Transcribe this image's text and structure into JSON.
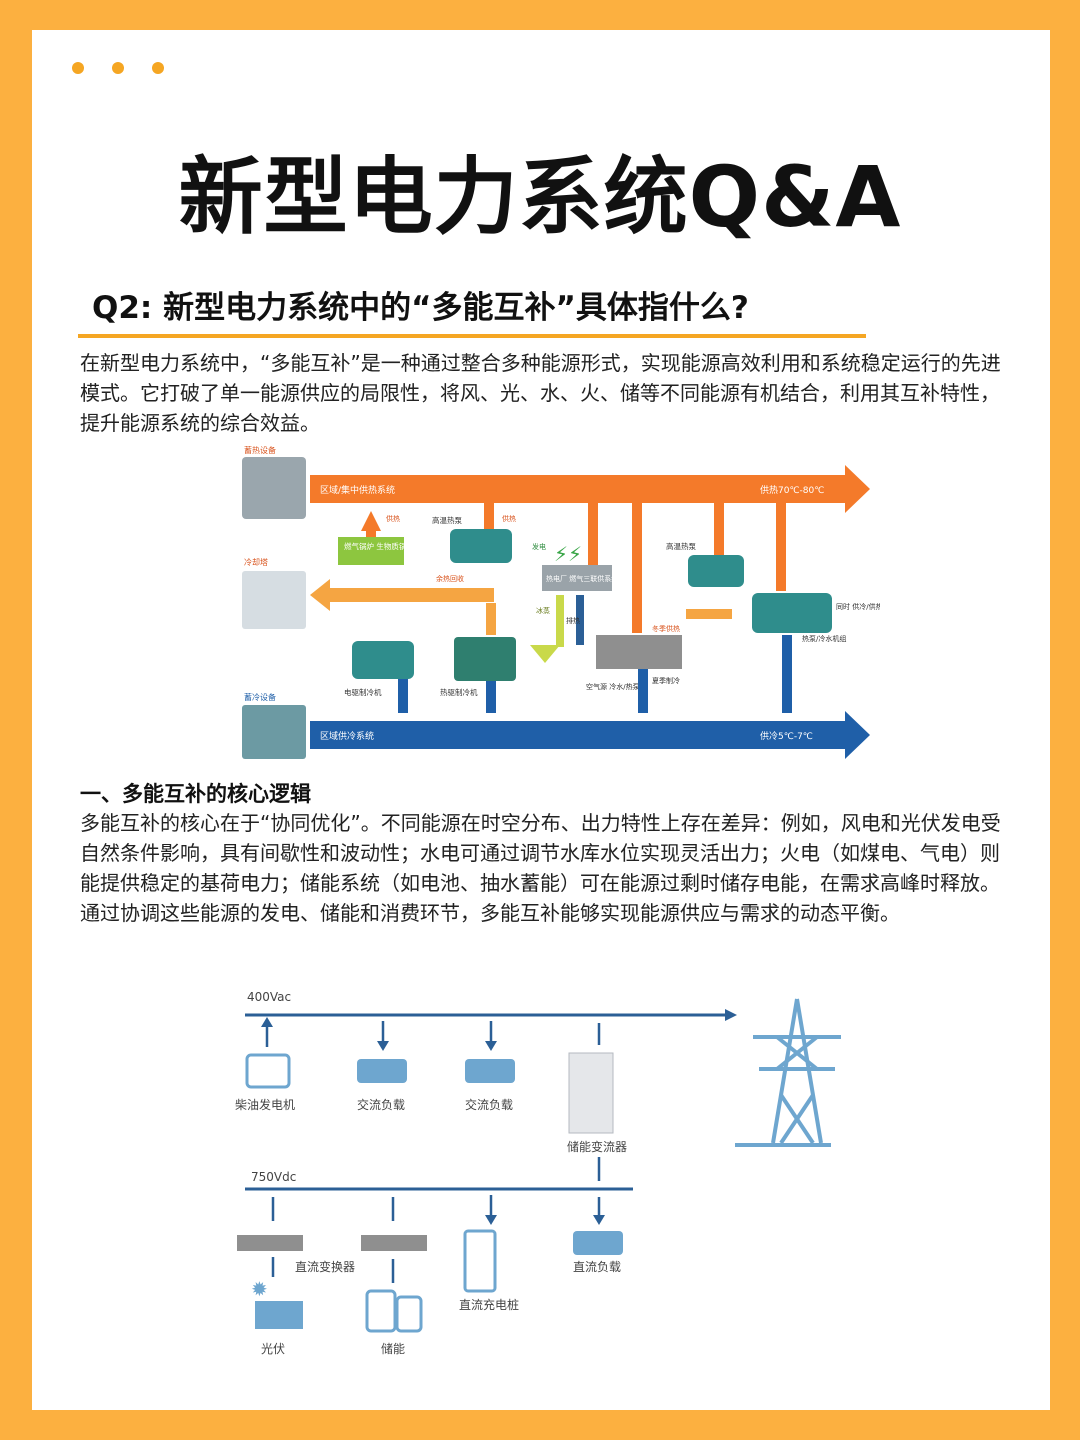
{
  "header": {
    "title": "新型电力系统Q&A",
    "question": "Q2: 新型电力系统中的“多能互补”具体指什么?"
  },
  "intro": "在新型电力系统中，“多能互补”是一种通过整合多种能源形式，实现能源高效利用和系统稳定运行的先进模式。它打破了单一能源供应的局限性，将风、光、水、火、储等不同能源有机结合，利用其互补特性，提升能源系统的综合效益。",
  "diagram1": {
    "storage_heat": "蓄热设备",
    "heating_line": "区域/集中供热系统",
    "heating_temp": "供热70℃-80℃",
    "cooling_tower": "冷却塔",
    "storage_cold": "蓄冷设备",
    "cooling_line": "区域供冷系统",
    "cooling_temp": "供冷5℃-7℃",
    "boiler": "燃气锅炉 生物质锅炉",
    "high_temp_heat_pump_1": "高温热泵",
    "high_temp_heat_pump_2": "高温热泵",
    "heat_supply": "供热",
    "waste_heat": "余热回收",
    "power_gen": "发电",
    "chp_plant": "热电厂 燃气三联供系统",
    "exhaust": "排热",
    "steam": "冰蒸",
    "electric_chiller": "电驱制冷机",
    "heat_driven_chiller": "热驱制冷机",
    "air_source": "空气源 冷水/热泵",
    "winter_heat": "冬季供热",
    "summer_cool": "夏季制冷",
    "simultaneous": "同时 供冷/供热",
    "hp_chiller_unit": "热泵/冷水机组"
  },
  "section1": {
    "heading": "一、多能互补的核心逻辑",
    "body": "多能互补的核心在于“协同优化”。不同能源在时空分布、出力特性上存在差异：例如，风电和光伏发电受自然条件影响，具有间歇性和波动性；水电可通过调节水库水位实现灵活出力；火电（如煤电、气电）则能提供稳定的基荷电力；储能系统（如电池、抽水蓄能）可在能源过剩时储存电能，在需求高峰时释放。通过协调这些能源的发电、储能和消费环节，多能互补能够实现能源供应与需求的动态平衡。"
  },
  "diagram2": {
    "ac_bus": "400Vac",
    "dc_bus": "750Vdc",
    "diesel": "柴油发电机",
    "ac_load_1": "交流负载",
    "ac_load_2": "交流负载",
    "pcs": "储能变流器",
    "dc_converter": "直流变换器",
    "pv": "光伏",
    "storage": "储能",
    "charger": "直流充电桩",
    "dc_load": "直流负载"
  },
  "colors": {
    "background": "#fcb040",
    "accent": "#f5a623",
    "heat_arrow": "#f47a2a",
    "cool_arrow": "#1f5fa8",
    "green": "#8dc63f",
    "grid_blue": "#2b5f96"
  }
}
